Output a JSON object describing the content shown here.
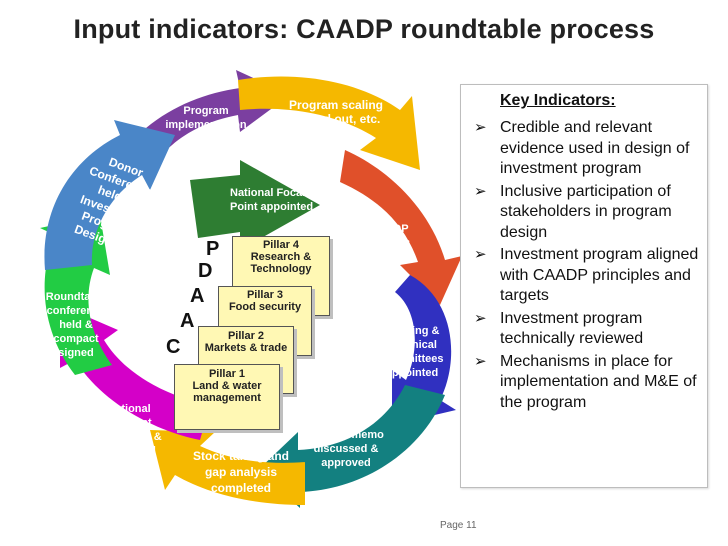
{
  "title": "Input indicators: CAADP roundtable process",
  "cycle": {
    "implementation": "Program implementation and M&E",
    "scaling": "Program scaling up and out, etc.",
    "focal": "National Focal Point appointed",
    "caadp_process": "CAADP process launched",
    "steering": "Steering & Technical Committees appointed",
    "cabinet": "Cabinet memo discussed & approved",
    "stock": "Stock taking and gap analysis completed",
    "compact_dev": "National compact developed & discussed",
    "roundtable": "Roundtable conference held & compact signed",
    "donor": "Donor Conference held & Investment Program Designed"
  },
  "caadp_letters": [
    "C",
    "A",
    "A",
    "D",
    "P"
  ],
  "pillars": [
    {
      "name": "Pillar 4",
      "text": "Research & Technology"
    },
    {
      "name": "Pillar 3",
      "text": "Food security"
    },
    {
      "name": "Pillar 2",
      "text": "Markets & trade"
    },
    {
      "name": "Pillar 1",
      "text": "Land & water management"
    }
  ],
  "key_indicators": {
    "heading": "Key Indicators:",
    "bullet": "➢",
    "items": [
      "Credible and relevant evidence used in design of investment program",
      "Inclusive participation of stakeholders in program design",
      "Investment program aligned with CAADP principles and targets",
      "Investment program technically reviewed",
      "Mechanisms in place for implementation and M&E of the program"
    ]
  },
  "page_label": "Page 11",
  "colors": {
    "purple": "#7b3fa0",
    "gold": "#f5b800",
    "green": "#2e7d32",
    "orange": "#e0502a",
    "blue": "#3030c0",
    "teal": "#138080",
    "magenta": "#d400c8",
    "lime": "#22cc44",
    "steel": "#4a86c8",
    "pillar_fill": "#fff8b4"
  }
}
